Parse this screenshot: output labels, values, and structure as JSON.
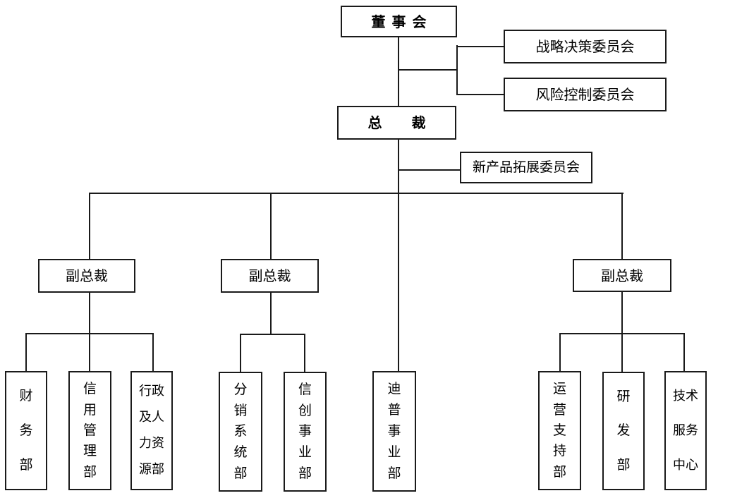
{
  "diagram": {
    "type": "org-chart",
    "nodes": {
      "board": {
        "label": "董事会"
      },
      "strategic_committee": {
        "label": "战略决策委员会"
      },
      "risk_committee": {
        "label": "风险控制委员会"
      },
      "president": {
        "label": "总裁"
      },
      "new_product_committee": {
        "label": "新产品拓展委员会"
      },
      "vp_left": {
        "label": "副总裁"
      },
      "vp_middle": {
        "label": "副总裁"
      },
      "vp_right": {
        "label": "副总裁"
      },
      "finance": {
        "label": "财务部",
        "rows": [
          "财",
          "务",
          "部"
        ]
      },
      "credit_management": {
        "label": "信用管理部",
        "rows": [
          "信",
          "用",
          "管",
          "理",
          "部"
        ]
      },
      "admin_hr": {
        "label": "行政及人力资源部",
        "rows": [
          "行政",
          "及人",
          "力资",
          "源部"
        ]
      },
      "distribution_system": {
        "label": "分销系统部",
        "rows": [
          "分",
          "销",
          "系",
          "统",
          "部"
        ]
      },
      "xinchuang_business": {
        "label": "信创事业部",
        "rows": [
          "信",
          "创",
          "事",
          "业",
          "部"
        ]
      },
      "dipu_business": {
        "label": "迪普事业部",
        "rows": [
          "迪",
          "普",
          "事",
          "业",
          "部"
        ]
      },
      "operations_support": {
        "label": "运营支持部",
        "rows": [
          "运",
          "营",
          "支",
          "持",
          "部"
        ]
      },
      "rnd": {
        "label": "研发部",
        "rows": [
          "研",
          "发",
          "部"
        ]
      },
      "tech_service_center": {
        "label": "技术服务中心",
        "rows": [
          "技术",
          "服务",
          "中心"
        ]
      }
    },
    "edges": [
      "board->president",
      "board->strategic_committee",
      "board->risk_committee",
      "president->new_product_committee",
      "president->vp_left",
      "president->vp_middle",
      "president->vp_right",
      "president->dipu_business",
      "vp_left->finance",
      "vp_left->credit_management",
      "vp_left->admin_hr",
      "vp_middle->distribution_system",
      "vp_middle->xinchuang_business",
      "vp_right->operations_support",
      "vp_right->rnd",
      "vp_right->tech_service_center"
    ],
    "colors": {
      "background": "#ffffff",
      "line": "#1a1a1a",
      "box_border": "#1a1a1a",
      "text": "#000000"
    }
  }
}
